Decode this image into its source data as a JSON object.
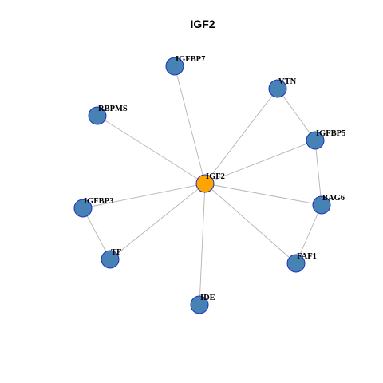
{
  "title": "IGF2",
  "colors": {
    "hub": "#FFA500",
    "node": "#4682B4",
    "node_border": "#1F2FBF",
    "edge": "#B3B3B3",
    "label": "#000000"
  },
  "nodes": [
    {
      "id": "IGF2",
      "label": "IGF2",
      "role": "hub"
    },
    {
      "id": "IGFBP7",
      "label": "IGFBP7",
      "role": "partner"
    },
    {
      "id": "VTN",
      "label": "VTN",
      "role": "partner"
    },
    {
      "id": "RBPMS",
      "label": "RBPMS",
      "role": "partner"
    },
    {
      "id": "IGFBP5",
      "label": "IGFBP5",
      "role": "partner"
    },
    {
      "id": "IGFBP3",
      "label": "IGFBP3",
      "role": "partner"
    },
    {
      "id": "BAG6",
      "label": "BAG6",
      "role": "partner"
    },
    {
      "id": "TF",
      "label": "TF",
      "role": "partner"
    },
    {
      "id": "FAF1",
      "label": "FAF1",
      "role": "partner"
    },
    {
      "id": "IDE",
      "label": "IDE",
      "role": "partner"
    }
  ],
  "edges": [
    [
      "IGF2",
      "IGFBP7"
    ],
    [
      "IGF2",
      "VTN"
    ],
    [
      "IGF2",
      "RBPMS"
    ],
    [
      "IGF2",
      "IGFBP5"
    ],
    [
      "IGF2",
      "IGFBP3"
    ],
    [
      "IGF2",
      "BAG6"
    ],
    [
      "IGF2",
      "TF"
    ],
    [
      "IGF2",
      "FAF1"
    ],
    [
      "IGF2",
      "IDE"
    ],
    [
      "VTN",
      "IGFBP5"
    ],
    [
      "IGFBP5",
      "BAG6"
    ],
    [
      "BAG6",
      "FAF1"
    ],
    [
      "IGFBP3",
      "TF"
    ]
  ]
}
